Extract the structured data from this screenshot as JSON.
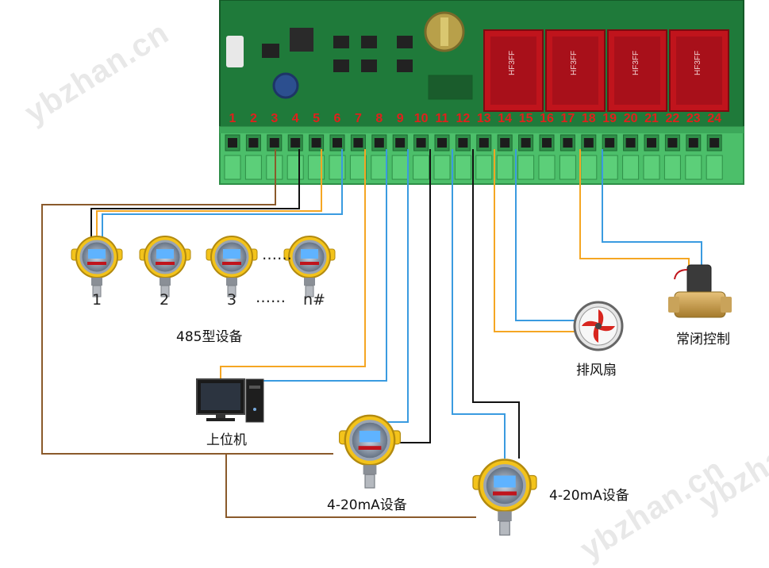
{
  "colors": {
    "brown": "#8a5a2b",
    "black": "#111111",
    "orange": "#f5a623",
    "blue": "#3a9be0",
    "pcb": "#1f7a3a",
    "terminal": "#4cbf6a",
    "relay": "#c0141c",
    "sensor_yellow": "#f3c31b",
    "terminal_number": "#e0201c"
  },
  "watermark": "ybzhan.cn",
  "board": {
    "relay_text": "HF3FF",
    "terminals": [
      "1",
      "2",
      "3",
      "4",
      "5",
      "6",
      "7",
      "8",
      "9",
      "10",
      "11",
      "12",
      "13",
      "14",
      "15",
      "16",
      "17",
      "18",
      "19",
      "20",
      "21",
      "22",
      "23",
      "24"
    ]
  },
  "rs485": {
    "device_numbers": [
      "1",
      "2",
      "3",
      "n#"
    ],
    "ellipsis": "……",
    "label": "485型设备"
  },
  "devices": {
    "host": "上位机",
    "fan": "排风扇",
    "valve": "常闭控制",
    "analog_1": "4-20mA设备",
    "analog_2": "4-20mA设备"
  }
}
